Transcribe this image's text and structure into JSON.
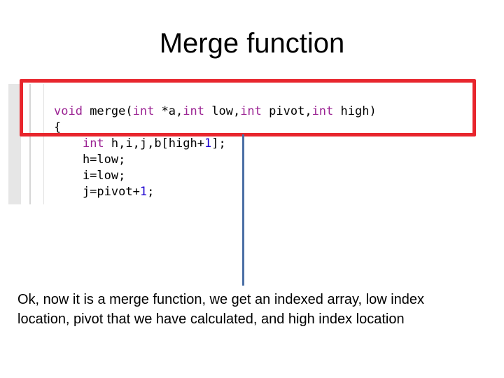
{
  "slide": {
    "title": "Merge function",
    "caption": "Ok, now it is a merge function, we get an indexed array, low index location, pivot that we have calculated, and high index location"
  },
  "code": {
    "line1": {
      "t1": "void",
      "t2": " merge(",
      "t3": "int",
      "t4": " *a,",
      "t5": "int",
      "t6": " low,",
      "t7": "int",
      "t8": " pivot,",
      "t9": "int",
      "t10": " high)"
    },
    "line2": "{",
    "line3": {
      "indent": "    ",
      "t1": "int",
      "t2": " h,i,j,b[high+",
      "t3": "1",
      "t4": "];"
    },
    "line4": "    h=low;",
    "line5": "    i=low;",
    "line6": {
      "t1": "    j=pivot+",
      "t2": "1",
      "t3": ";"
    }
  },
  "colors": {
    "keyword": "#9b2393",
    "number": "#1c00cf",
    "highlight_border": "#e8262d",
    "pointer_line": "#4a6fa5"
  }
}
